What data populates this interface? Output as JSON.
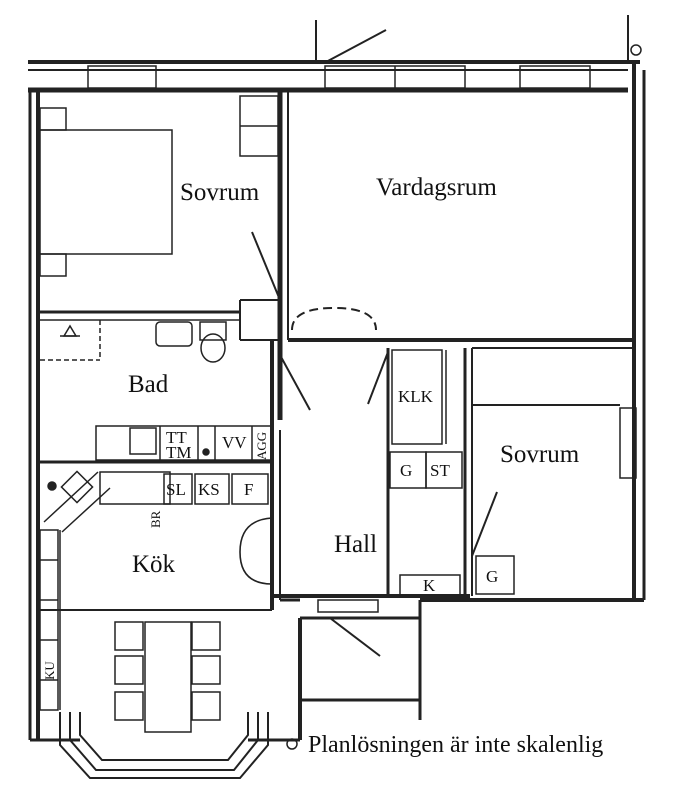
{
  "rooms": {
    "sovrum_1": "Sovrum",
    "vardagsrum": "Vardagsrum",
    "bad": "Bad",
    "hall": "Hall",
    "kok": "Kök",
    "sovrum_2": "Sovrum"
  },
  "fixtures": {
    "klk": "KLK",
    "g_hall": "G",
    "st": "ST",
    "k_hall": "K",
    "g_sovrum": "G",
    "tt": "TT",
    "tm": "TM",
    "vv": "VV",
    "agg": "AGG",
    "sl": "SL",
    "ks": "KS",
    "f": "F",
    "br": "BR",
    "ku": "KU"
  },
  "caption": "Planlösningen är inte skalenlig"
}
